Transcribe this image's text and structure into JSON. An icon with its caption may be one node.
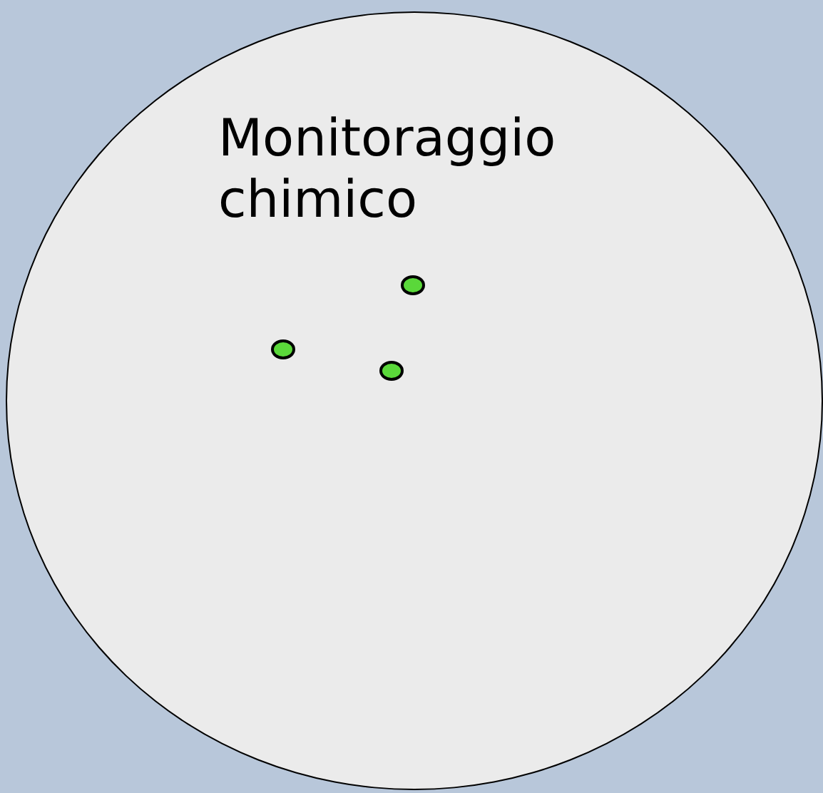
{
  "diagram": {
    "nodes": [
      {
        "text": [
          "Monitoraggio chimico"
        ]
      },
      {
        "text": [],
        "shape": "circle",
        "in": 0
      },
      {
        "text": [],
        "shape": "circle",
        "in": 0
      },
      {
        "text": [],
        "shape": "circle",
        "in": 0
      }
    ],
    "edges": []
  }
}
